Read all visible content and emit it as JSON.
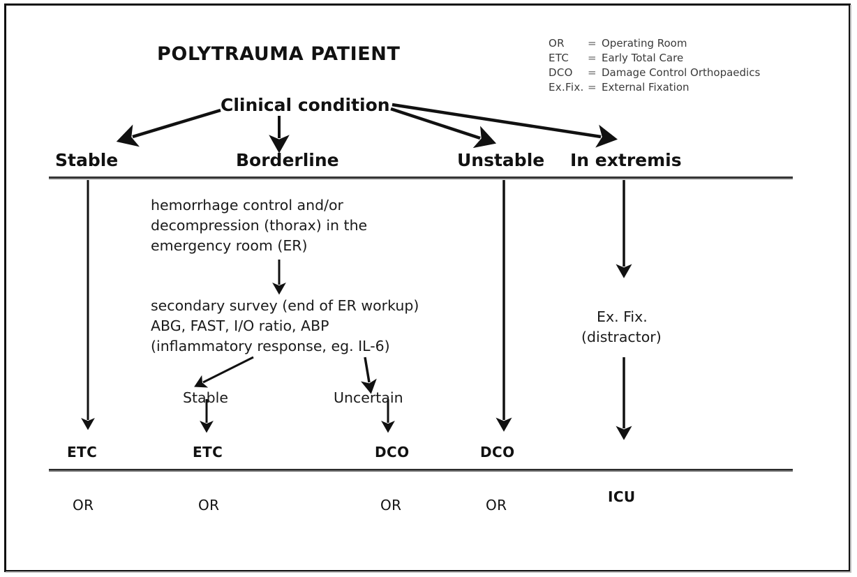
{
  "figure": {
    "title": "POLYTRAUMA PATIENT",
    "root_node": "Clinical condition"
  },
  "legend": {
    "rows": [
      {
        "abbr": "OR",
        "eq": "=",
        "definition": "Operating Room"
      },
      {
        "abbr": "ETC",
        "eq": "=",
        "definition": "Early Total Care"
      },
      {
        "abbr": "DCO",
        "eq": "=",
        "definition": "Damage Control Orthopaedics"
      },
      {
        "abbr": "Ex.Fix.",
        "eq": "=",
        "definition": "External Fixation"
      }
    ]
  },
  "columns": {
    "stable": {
      "heading": "Stable",
      "outcome": "ETC",
      "destination": "OR"
    },
    "borderline": {
      "heading": "Borderline",
      "step1_line1": "hemorrhage control and/or",
      "step1_line2": "decompression (thorax) in the",
      "step1_line3": "emergency room (ER)",
      "step2_line1": "secondary survey (end of ER workup)",
      "step2_line2": "ABG, FAST, I/O ratio, ABP",
      "step2_line3": "(inflammatory response, eg. IL-6)",
      "branch_left": "Stable",
      "branch_right": "Uncertain",
      "outcome_left": "ETC",
      "outcome_right": "DCO",
      "destination_left": "OR",
      "destination_right": "OR"
    },
    "unstable": {
      "heading": "Unstable",
      "outcome": "DCO",
      "destination": "OR"
    },
    "in_extremis": {
      "heading": "In extremis",
      "treatment_line1": "Ex. Fix.",
      "treatment_line2": "(distractor)",
      "destination": "ICU"
    }
  },
  "colors": {
    "ink": "#111111",
    "rule": "#6e6e6e",
    "legend_text": "#3a3a3a",
    "background": "#ffffff"
  }
}
